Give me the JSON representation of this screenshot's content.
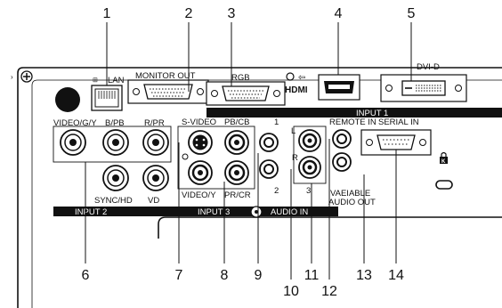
{
  "callouts": [
    "1",
    "2",
    "3",
    "4",
    "5",
    "6",
    "7",
    "8",
    "9",
    "10",
    "11",
    "12",
    "13",
    "14"
  ],
  "labels": {
    "lan": "LAN",
    "monitor_out": "MONITOR OUT",
    "rgb": "RGB",
    "hdmi": "HDMI",
    "dvi_d": "DVI-D",
    "input1": "INPUT 1",
    "video_gy": "VIDEO/G/Y",
    "b_pb": "B/PB",
    "r_pr": "R/PR",
    "s_video": "S-VIDEO",
    "pb_cb": "PB/CB",
    "ch1": "1",
    "remote_in": "REMOTE IN",
    "serial_in": "SERIAL IN",
    "l": "L",
    "r": "R",
    "sync_hd": "SYNC/HD",
    "vd": "VD",
    "video_y": "VIDEO/Y",
    "pr_cr": "PR/CR",
    "ch2": "2",
    "ch3": "3",
    "variable": "VAEIABLE",
    "audio_out": "AUDIO OUT",
    "input2": "INPUT 2",
    "input3": "INPUT 3",
    "audio_in": "AUDIO IN"
  }
}
